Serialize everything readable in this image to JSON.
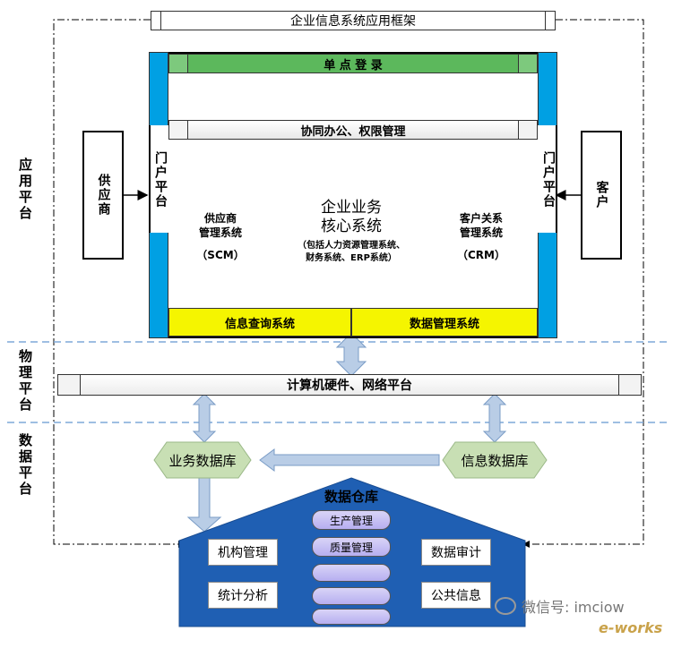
{
  "header": {
    "title": "企业信息系统应用框架"
  },
  "app_platform": {
    "sso": "单 点 登 录",
    "office": "协同办公、权限管理",
    "portal_left": "门户平台",
    "portal_right": "门户平台",
    "supplier": "供应商",
    "customer": "客户",
    "scm_title": "供应商\n管理系统",
    "scm_abbr": "（SCM）",
    "core_title": "企业业务\n核心系统",
    "core_sub": "（包括人力资源管理系统、\n财务系统、ERP系统）",
    "crm_title": "客户关系\n管理系统",
    "crm_abbr": "（CRM）",
    "info_query": "信息查询系统",
    "data_mgmt": "数据管理系统"
  },
  "layers": {
    "app": "应用平台",
    "physical": "物理平台",
    "data": "数据平台"
  },
  "physical_platform": {
    "label": "计算机硬件、网络平台"
  },
  "data_platform": {
    "business_db": "业务数据库",
    "info_db": "信息数据库",
    "warehouse": "数据仓库",
    "org_mgmt": "机构管理",
    "stats": "统计分析",
    "audit": "数据审计",
    "public_info": "公共信息",
    "stack": [
      "生产管理",
      "质量管理",
      "",
      "",
      ""
    ]
  },
  "watermark": {
    "wechat": "微信号: imciow",
    "brand": "e-works"
  },
  "colors": {
    "portal_blue": "#00a0e3",
    "sso_green": "#5cb85c",
    "yellow": "#f5f500",
    "warehouse_blue": "#1f5fb3",
    "hex_green": "#c8dfb4",
    "dash_blue": "#7fa9d9"
  }
}
